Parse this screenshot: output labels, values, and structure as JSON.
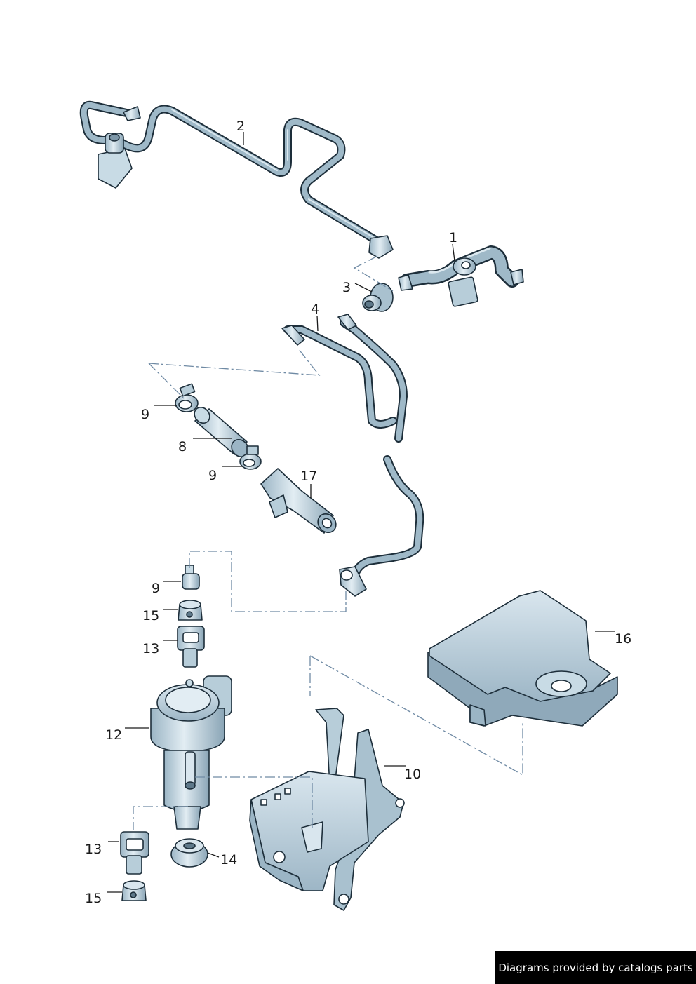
{
  "callouts": {
    "c1": "1",
    "c2": "2",
    "c3": "3",
    "c4": "4",
    "c8": "8",
    "c9a": "9",
    "c9b": "9",
    "c9c": "9",
    "c10": "10",
    "c12": "12",
    "c13a": "13",
    "c13b": "13",
    "c14": "14",
    "c15a": "15",
    "c15b": "15",
    "c16": "16",
    "c17": "17"
  },
  "footer": {
    "credit": "Diagrams provided by catalogs parts"
  },
  "colors": {
    "part_fill": "#c8dbe5",
    "part_shade": "#8fa9ba",
    "outline": "#1d2e3a",
    "dash_line": "#6f8aa4"
  }
}
